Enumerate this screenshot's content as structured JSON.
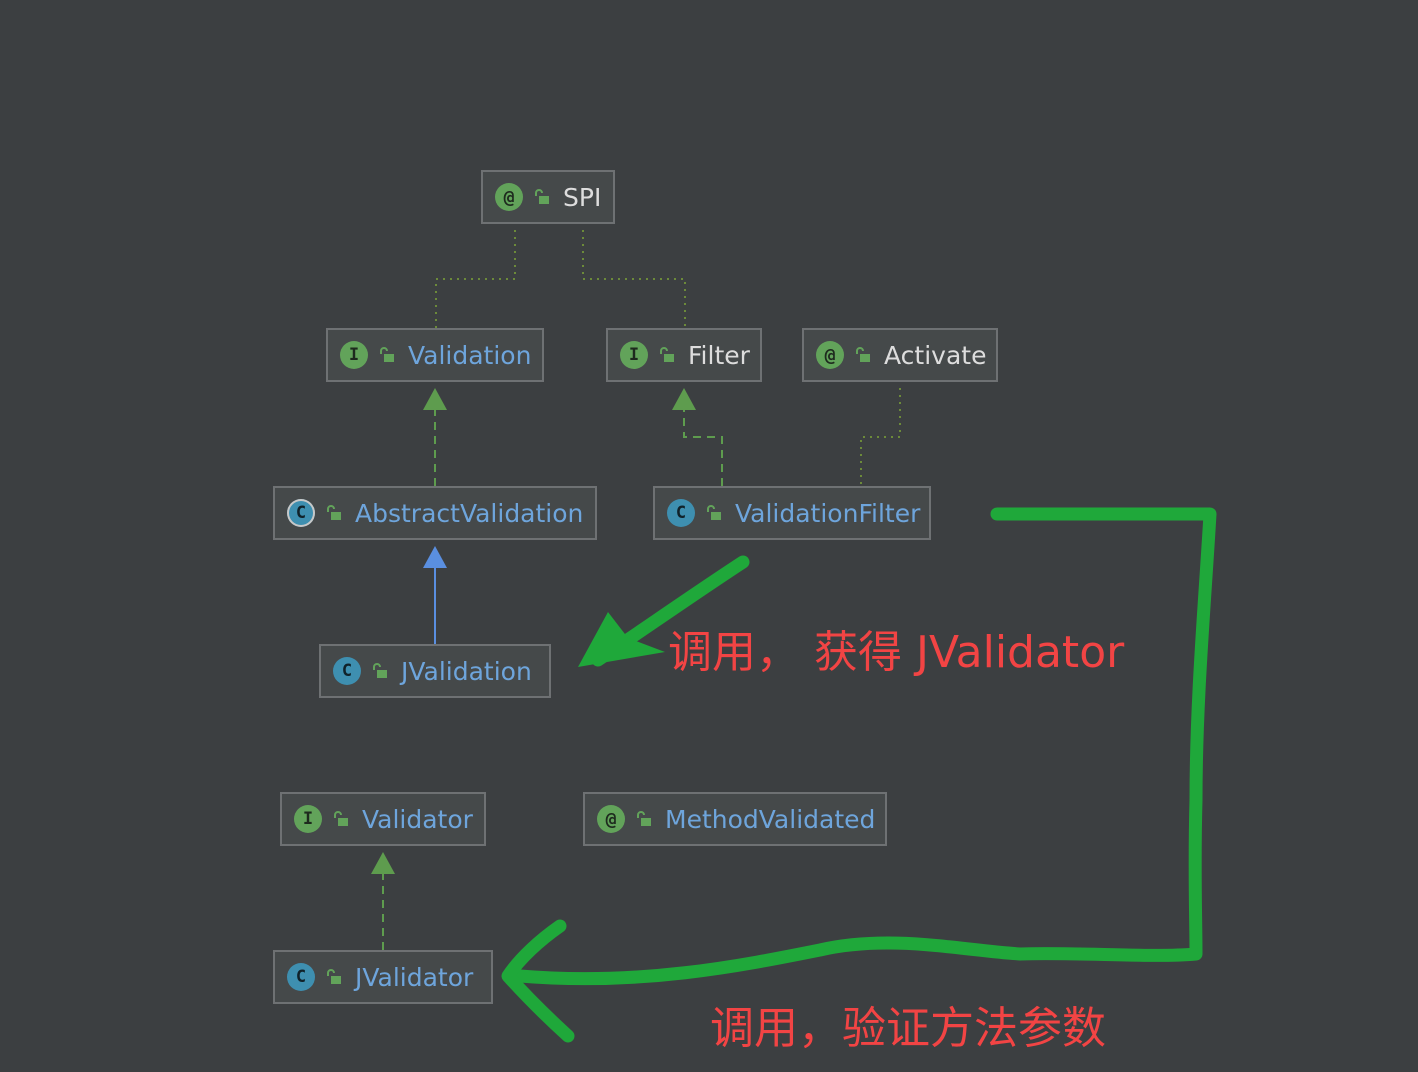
{
  "nodes": {
    "spi": {
      "name": "SPI",
      "kind": "annotation",
      "badge": "@"
    },
    "validation": {
      "name": "Validation",
      "kind": "interface",
      "badge": "I"
    },
    "filter": {
      "name": "Filter",
      "kind": "interface",
      "badge": "I"
    },
    "activate": {
      "name": "Activate",
      "kind": "annotation",
      "badge": "@"
    },
    "abstract_validation": {
      "name": "AbstractValidation",
      "kind": "abstract-class",
      "badge": "C"
    },
    "validation_filter": {
      "name": "ValidationFilter",
      "kind": "class",
      "badge": "C"
    },
    "jvalidation": {
      "name": "JValidation",
      "kind": "class",
      "badge": "C"
    },
    "validator": {
      "name": "Validator",
      "kind": "interface",
      "badge": "I"
    },
    "method_validated": {
      "name": "MethodValidated",
      "kind": "annotation",
      "badge": "@"
    },
    "jvalidator": {
      "name": "JValidator",
      "kind": "class",
      "badge": "C"
    }
  },
  "edges": [
    {
      "from": "Validation",
      "to": "SPI",
      "type": "annotated"
    },
    {
      "from": "Filter",
      "to": "SPI",
      "type": "annotated"
    },
    {
      "from": "ValidationFilter",
      "to": "Activate",
      "type": "annotated"
    },
    {
      "from": "AbstractValidation",
      "to": "Validation",
      "type": "implements"
    },
    {
      "from": "ValidationFilter",
      "to": "Filter",
      "type": "implements"
    },
    {
      "from": "JValidation",
      "to": "AbstractValidation",
      "type": "extends"
    },
    {
      "from": "JValidator",
      "to": "Validator",
      "type": "implements"
    }
  ],
  "annotations": {
    "call_get_jvalidator": "调用， 获得 JValidator",
    "call_validate_params": "调用，验证方法参数"
  },
  "colors": {
    "background": "#3c3f41",
    "node_fill": "#45494a",
    "node_border": "#6e7173",
    "class_name": "#6ea5dc",
    "interface_name_plain": "#dddddd",
    "implements_arrow": "#5e9c4e",
    "extends_arrow": "#5a8fe0",
    "annotation_line": "#6c8a3a",
    "hand_arrow": "#1fa83a",
    "annotation_text": "#f24444"
  }
}
